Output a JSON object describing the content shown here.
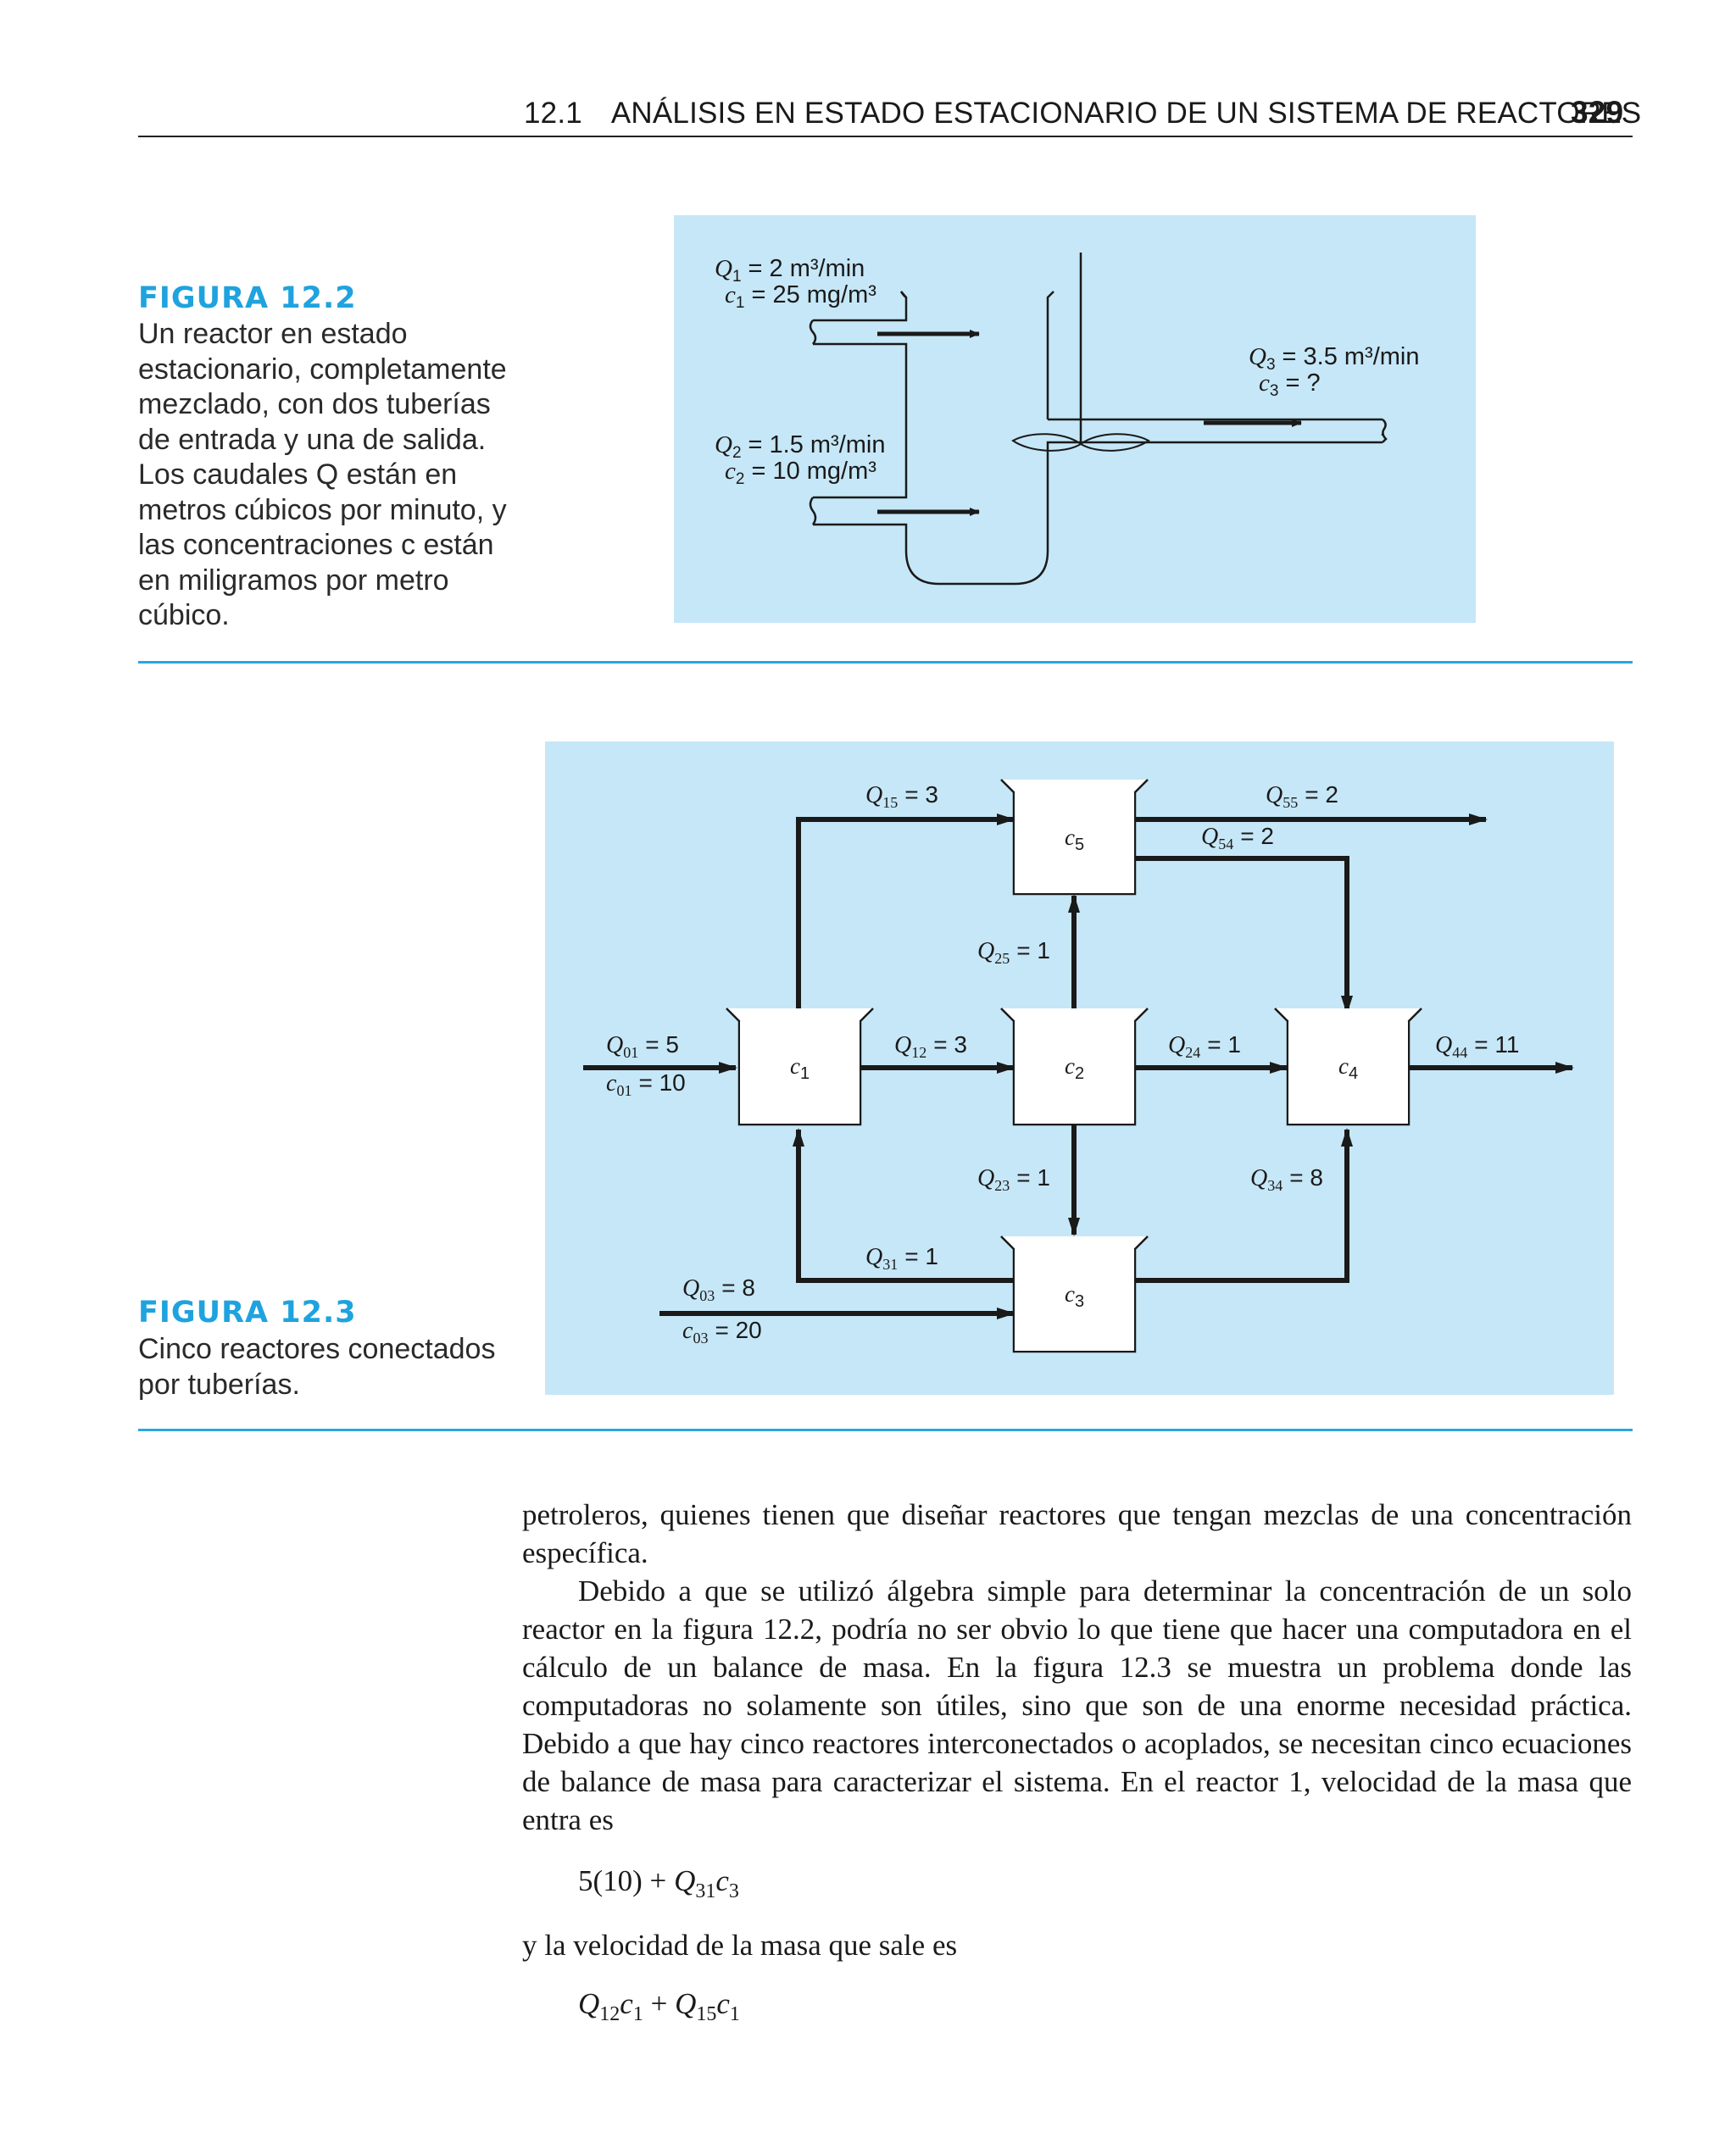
{
  "header": {
    "section": "12.1",
    "title": "ANÁLISIS EN ESTADO ESTACIONARIO DE UN SISTEMA DE REACTORES",
    "page_number": "329"
  },
  "figure_12_2": {
    "label": "FIGURA 12.2",
    "caption": "Un reactor en estado estacionario, completamente mezclado, con dos tuberías de entrada y una de salida. Los caudales Q están en metros cúbicos por minuto, y las concentraciones c están en miligramos por metro cúbico.",
    "inlet1_flow": "= 2 m³/min",
    "inlet1_conc": "= 25 mg/m³",
    "inlet2_flow": "= 1.5 m³/min",
    "inlet2_conc": "= 10 mg/m³",
    "outlet_flow": "= 3.5 m³/min",
    "outlet_conc": "= ?"
  },
  "figure_12_3": {
    "label": "FIGURA 12.3",
    "caption": "Cinco reactores conectados por tuberías.",
    "reactors": [
      "c1",
      "c2",
      "c3",
      "c4",
      "c5"
    ],
    "flows": {
      "Q01": "= 5",
      "c01": "= 10",
      "Q03": "= 8",
      "c03": "= 20",
      "Q12": "= 3",
      "Q15": "= 3",
      "Q25": "= 1",
      "Q23": "= 1",
      "Q24": "= 1",
      "Q31": "= 1",
      "Q34": "= 8",
      "Q54": "= 2",
      "Q55": "= 2",
      "Q44": "= 11"
    }
  },
  "body": {
    "p1": "petroleros, quienes tienen que diseñar reactores que tengan mezclas de una concentración específica.",
    "p2": "Debido a que se utilizó álgebra simple para determinar la concentración de un solo reactor en la figura 12.2, podría no ser obvio lo que tiene que hacer una computadora en el cálculo de un balance de masa. En la figura 12.3 se muestra un problema donde las computadoras no solamente son útiles, sino que son de una enorme necesidad práctica. Debido a que hay cinco reactores interconectados o acoplados, se necesitan cinco ecuaciones de balance de masa para caracterizar el sistema. En el reactor 1, velocidad de la masa que entra es",
    "eq1_prefix": "5(10) +",
    "p3": "y la velocidad de la masa que sale es",
    "eq2_plus": "+"
  }
}
